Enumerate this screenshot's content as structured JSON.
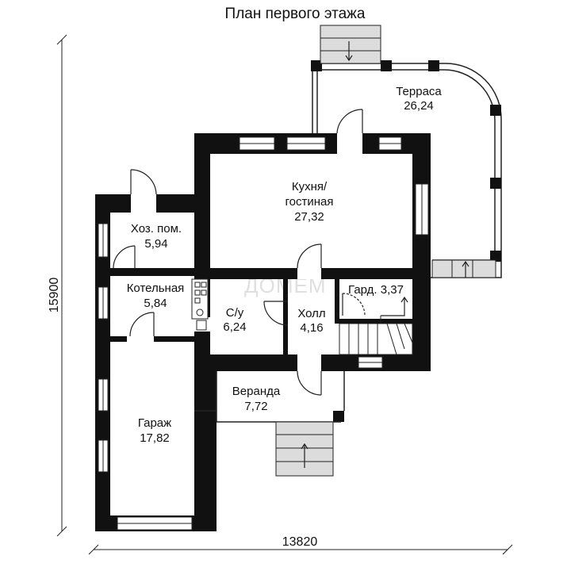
{
  "title": "План первого этажа",
  "watermark": "ДОМЕМ",
  "rooms": [
    {
      "id": "terrace",
      "name": "Терраса",
      "area": "26,24"
    },
    {
      "id": "kitchen",
      "name": "Кухня/",
      "name2": "гостиная",
      "area": "27,32"
    },
    {
      "id": "utility",
      "name": "Хоз. пом.",
      "area": "5,94"
    },
    {
      "id": "boiler",
      "name": "Котельная",
      "area": "5,84"
    },
    {
      "id": "bathroom",
      "name": "С/у",
      "area": "6,24"
    },
    {
      "id": "hall",
      "name": "Холл",
      "area": "4,16"
    },
    {
      "id": "wardrobe",
      "name": "Гард. 3,37"
    },
    {
      "id": "veranda",
      "name": "Веранда",
      "area": "7,72"
    },
    {
      "id": "garage",
      "name": "Гараж",
      "area": "17,82"
    }
  ],
  "dimensions": {
    "height": "15900",
    "width": "13820"
  },
  "colors": {
    "wall": "#111111",
    "stair": "#dcdcdc",
    "line": "#222222"
  }
}
